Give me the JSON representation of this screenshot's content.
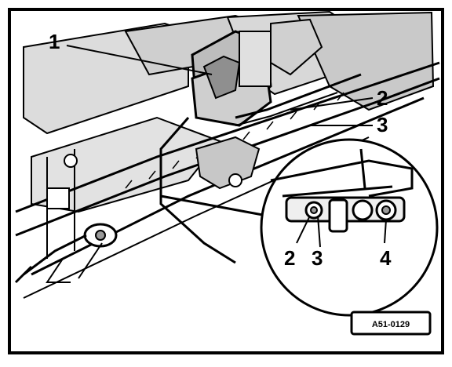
{
  "colors": {
    "ink": "#000000",
    "paper": "#ffffff",
    "shade": "#d4d4d4",
    "midtone": "#9a9a9a"
  },
  "callouts": {
    "main_1": "1",
    "main_2": "2",
    "main_3": "3",
    "detail_2": "2",
    "detail_3": "3",
    "detail_4": "4"
  },
  "reference_code": "A51-0129"
}
